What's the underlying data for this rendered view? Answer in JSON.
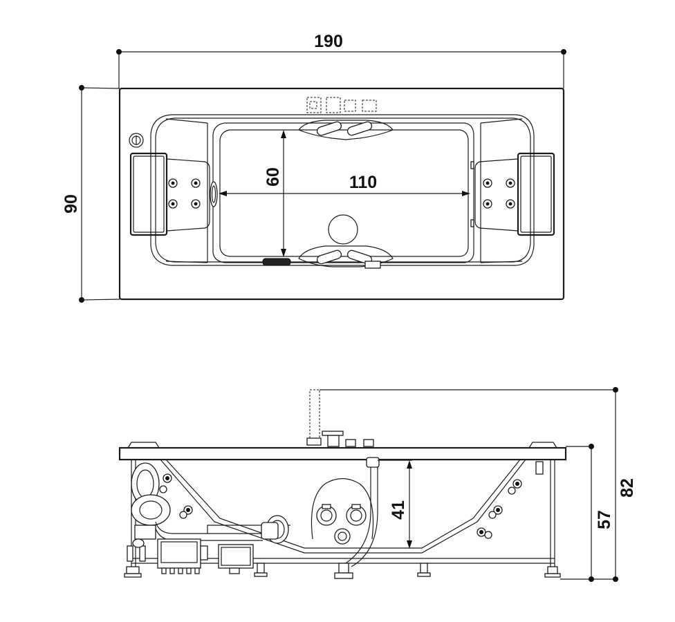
{
  "dimensions": {
    "top_length": "190",
    "top_width": "90",
    "inner_width": "60",
    "inner_length": "110",
    "total_height": "82",
    "rim_height": "57",
    "depth": "41"
  },
  "colors": {
    "line": "#1a1a1a",
    "background": "#ffffff"
  }
}
